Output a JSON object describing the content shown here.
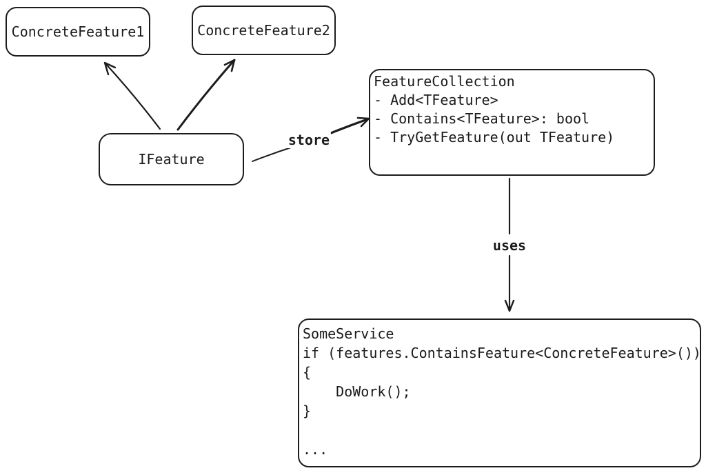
{
  "canvas": {
    "background": "#ffffff",
    "stroke_color": "#1c1c1c"
  },
  "boxes": {
    "concrete_feature_1": {
      "label": "ConcreteFeature1"
    },
    "concrete_feature_2": {
      "label": "ConcreteFeature2"
    },
    "ifeature": {
      "label": "IFeature"
    },
    "feature_collection": {
      "lines": [
        "FeatureCollection",
        "- Add<TFeature>",
        "- Contains<TFeature>: bool",
        "- TryGetFeature(out TFeature)"
      ]
    },
    "some_service": {
      "lines": [
        "SomeService",
        "if (features.ContainsFeature<ConcreteFeature>())",
        "{",
        "    DoWork();",
        "}",
        "",
        "..."
      ]
    }
  },
  "edges": {
    "store": {
      "label": "store"
    },
    "uses": {
      "label": "uses"
    }
  }
}
